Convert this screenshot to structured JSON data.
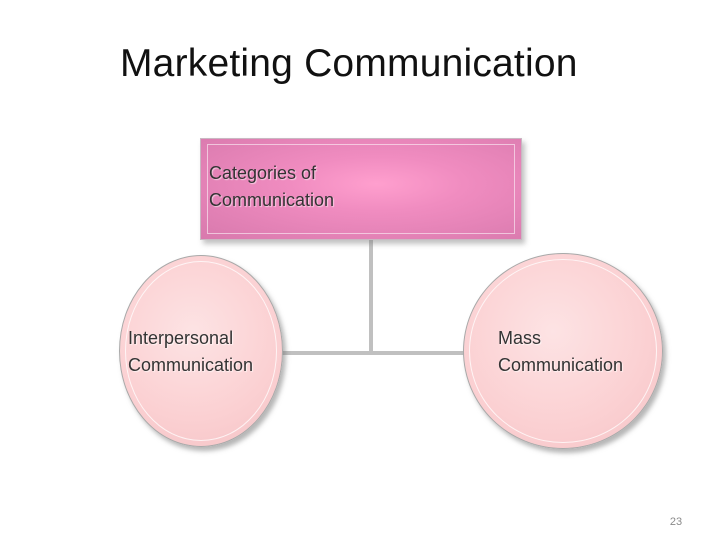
{
  "slide": {
    "title": "Marketing Communication",
    "page_number": "23"
  },
  "diagram": {
    "root": {
      "line1": "Categories of",
      "line2": "Communication"
    },
    "children": [
      {
        "line1": "Interpersonal",
        "line2": "Communication"
      },
      {
        "line1": "Mass",
        "line2": "Communication"
      }
    ]
  },
  "colors": {
    "root_fill": "#f08cc0",
    "child_fill": "#fbd0d2",
    "connector": "#c0c0c0"
  }
}
